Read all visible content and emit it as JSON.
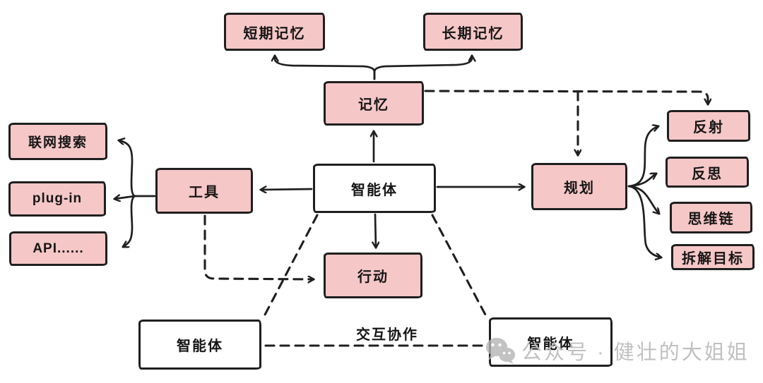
{
  "diagram": {
    "title_hint": "agent-architecture-diagram",
    "nodes": {
      "short_term_memory": {
        "label": "短期记忆"
      },
      "long_term_memory": {
        "label": "长期记忆"
      },
      "memory": {
        "label": "记忆"
      },
      "agent_center": {
        "label": "智能体"
      },
      "tools": {
        "label": "工具"
      },
      "web_search": {
        "label": "联网搜索"
      },
      "plugin": {
        "label": "plug-in"
      },
      "api": {
        "label": "API......"
      },
      "planning": {
        "label": "规划"
      },
      "action": {
        "label": "行动"
      },
      "reflection": {
        "label": "反射"
      },
      "rethink": {
        "label": "反思"
      },
      "chain_of_thought": {
        "label": "思维链"
      },
      "goal_decomposition": {
        "label": "拆解目标"
      },
      "agent_bottom_left": {
        "label": "智能体"
      },
      "agent_bottom_right": {
        "label": "智能体"
      }
    },
    "labels": {
      "collaboration": "交互协作"
    },
    "colors": {
      "node_fill": "#f6c7c7",
      "node_stroke": "#1f1f1f",
      "agent_fill": "#ffffff",
      "watermark_gray": "#bdbdbd"
    }
  },
  "watermark": {
    "icon": "wechat-icon",
    "text": "公众号 · 健壮的大姐姐"
  }
}
